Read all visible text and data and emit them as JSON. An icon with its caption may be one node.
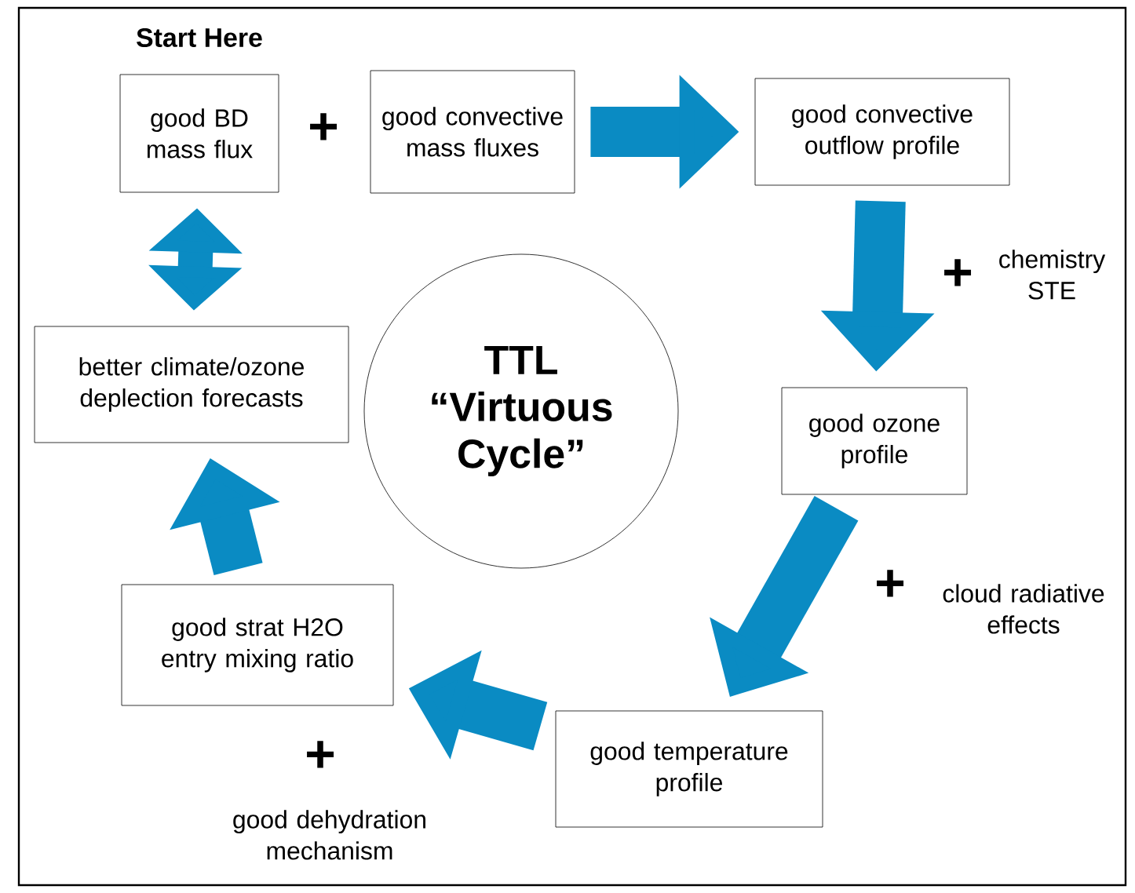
{
  "diagram": {
    "nodes": [
      {
        "text": [
          "good BD mass flux"
        ],
        "beside": [
          "Start Here"
        ]
      },
      {
        "text": [
          "good convective mass fluxes"
        ]
      },
      {
        "text": [
          "good convective outflow profile"
        ]
      },
      {
        "text": [
          "good ozone profile"
        ]
      },
      {
        "text": [
          "good temperature profile"
        ]
      },
      {
        "text": [
          "good strat H2O entry mixing ratio"
        ]
      },
      {
        "text": [
          "better climate/ozone deplection forecasts"
        ]
      },
      {
        "text": [
          "TTL “Virtuous Cycle”"
        ]
      }
    ],
    "edges": [
      {
        "from": 1,
        "to": 2,
        "arrow": "to"
      },
      {
        "from": 2,
        "to": 3,
        "arrow": "to"
      },
      {
        "from": 3,
        "to": 4,
        "arrow": "to"
      },
      {
        "from": 4,
        "to": 5,
        "arrow": "to"
      },
      {
        "from": 5,
        "to": 6,
        "arrow": "to"
      },
      {
        "from": 0,
        "to": 6,
        "arrow": "both"
      }
    ],
    "labels": [
      "+",
      "+",
      "chemistry STE",
      "+",
      "cloud radiative effects",
      "+",
      "good dehydration mechanism"
    ]
  }
}
